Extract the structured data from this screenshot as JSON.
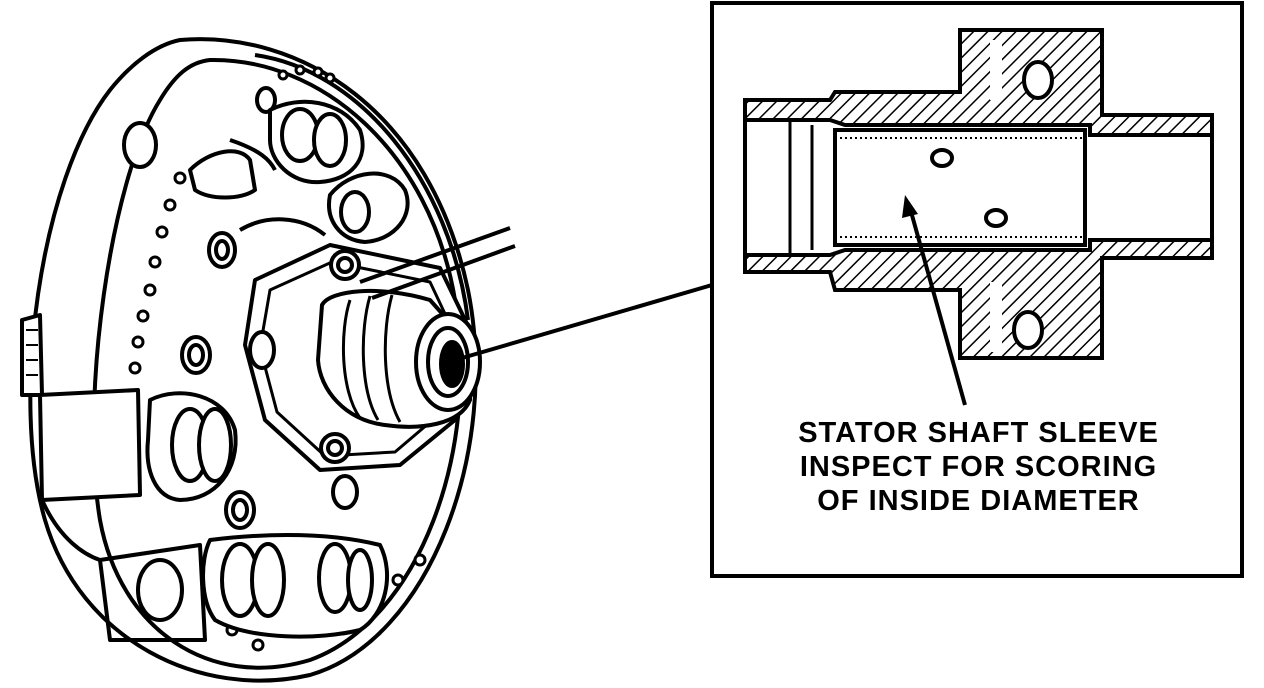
{
  "callout": {
    "line1": "STATOR SHAFT SLEEVE",
    "line2": "INSPECT FOR SCORING",
    "line3": "OF INSIDE DIAMETER"
  },
  "colors": {
    "ink": "#000000",
    "paper": "#ffffff"
  }
}
